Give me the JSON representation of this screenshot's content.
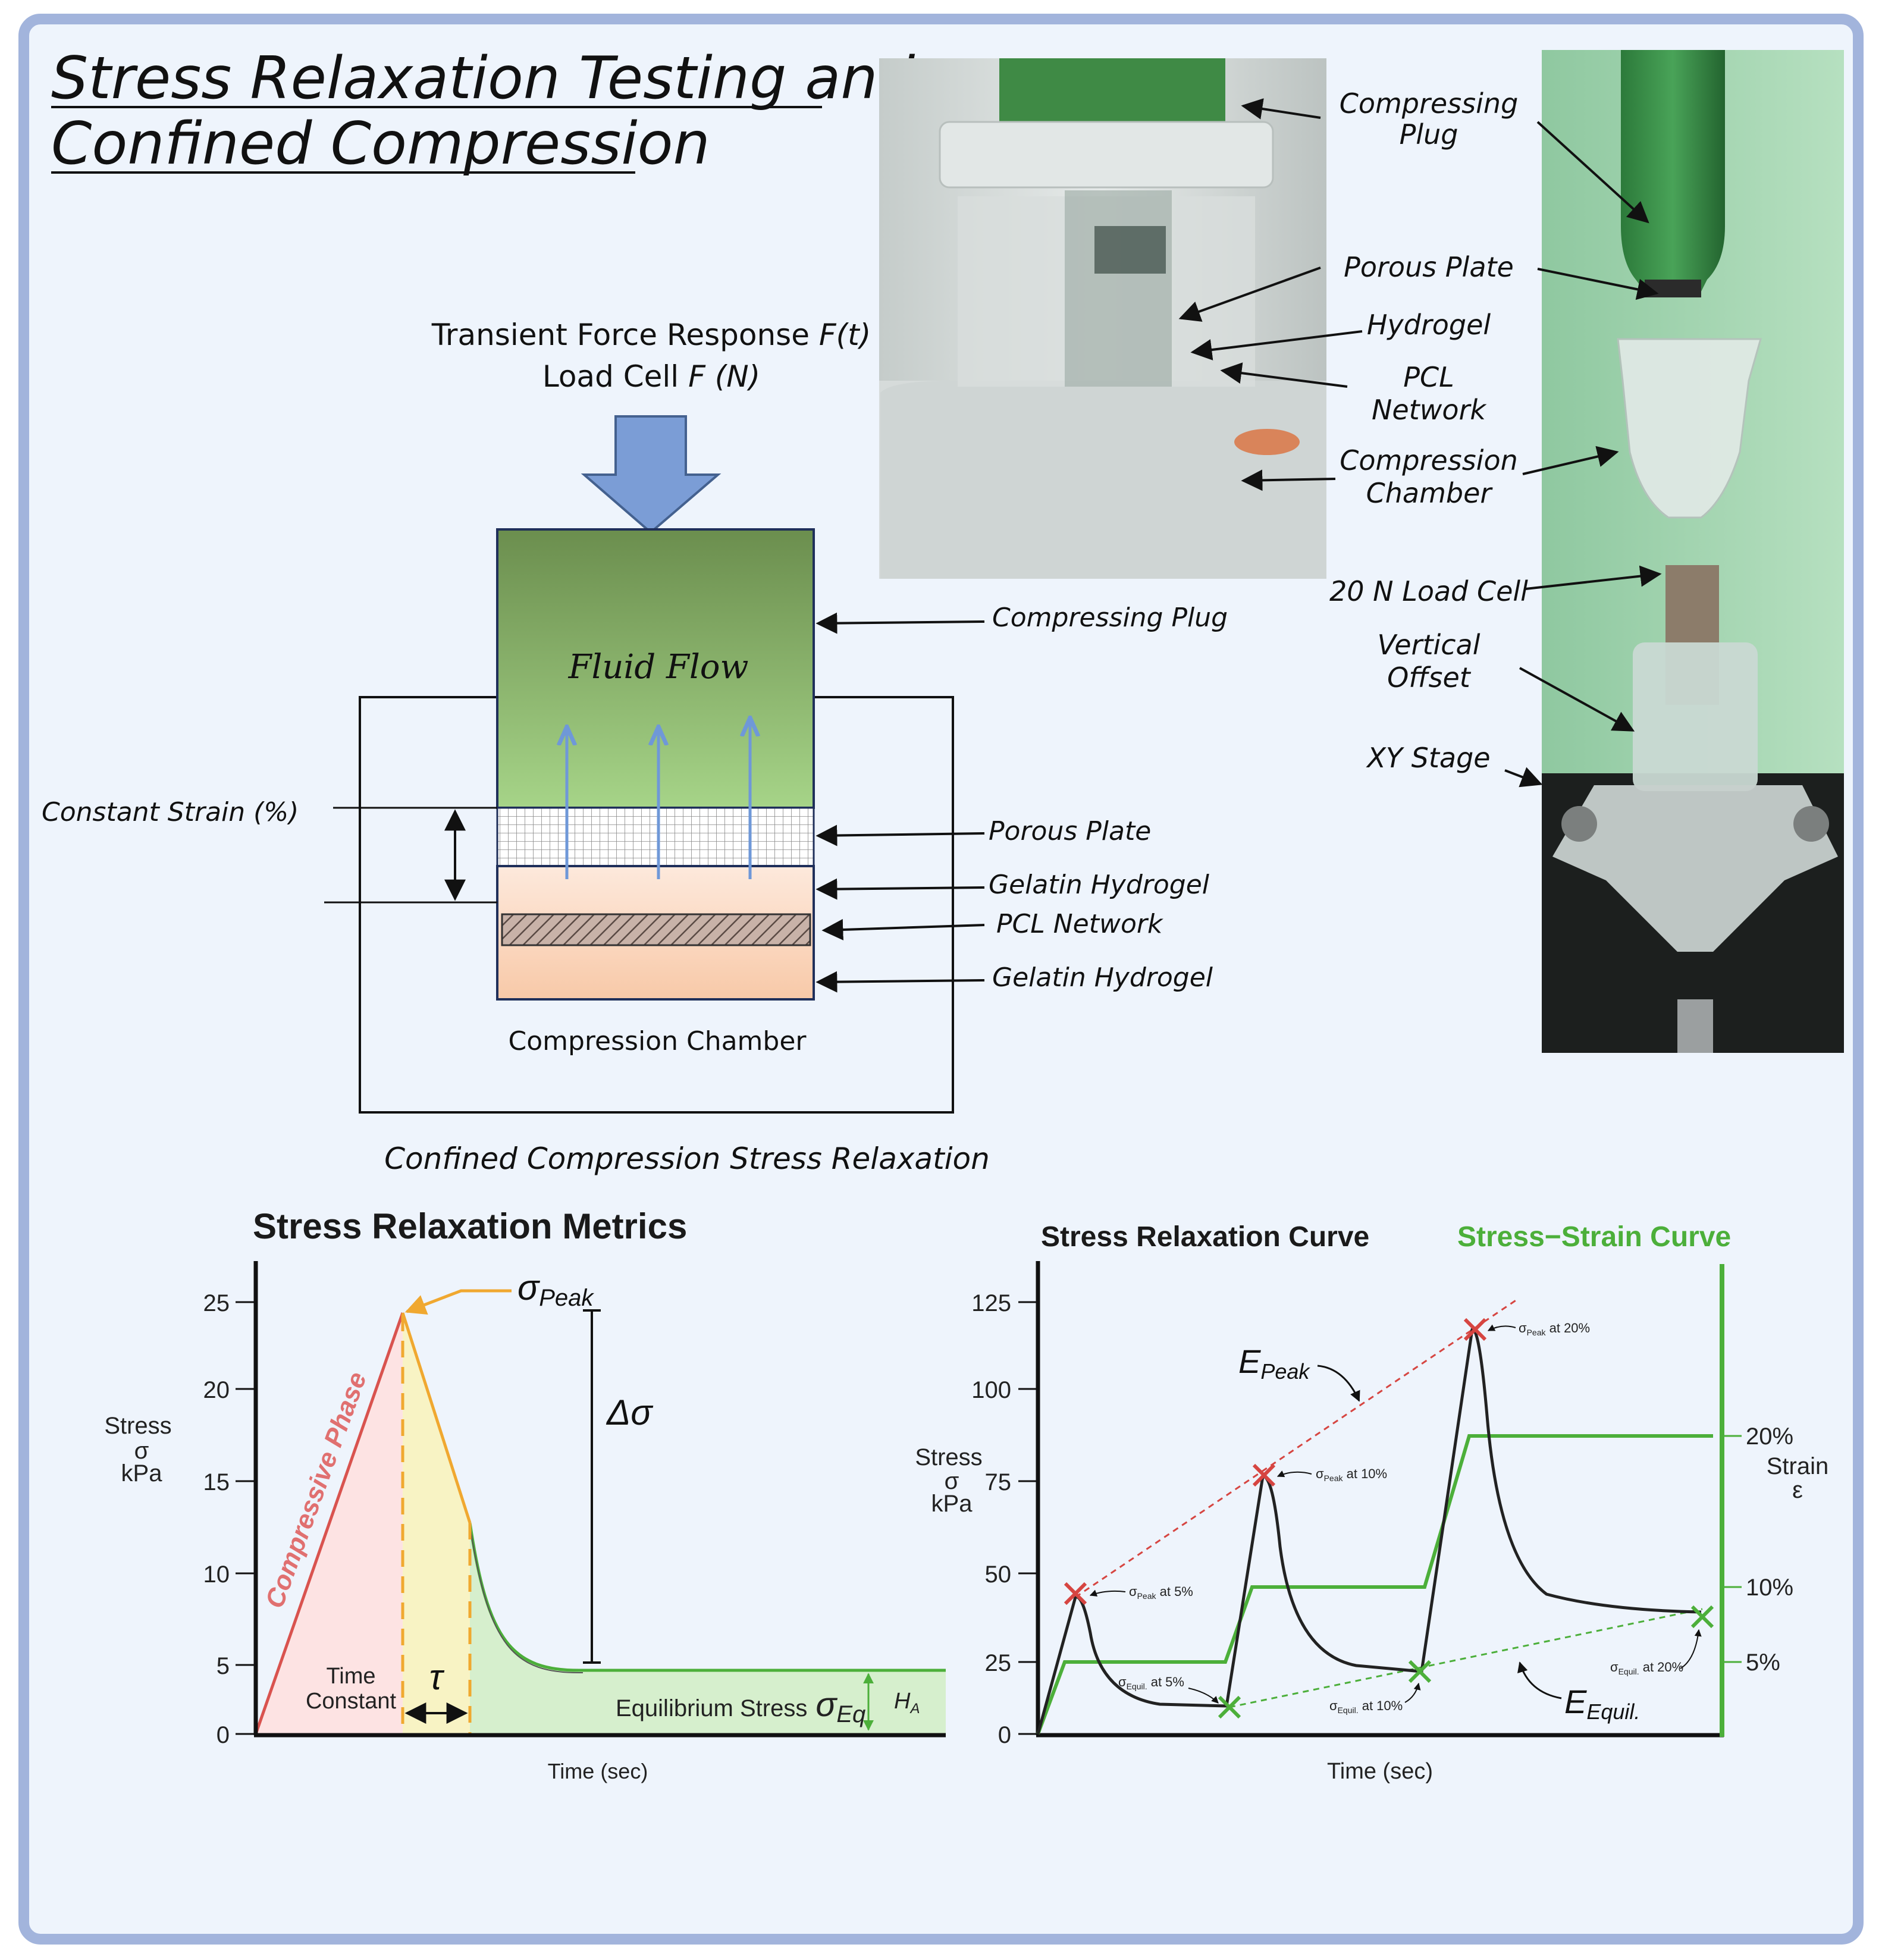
{
  "title": {
    "line1": "Stress Relaxation Testing and",
    "line2": "Confined Compression"
  },
  "schematic": {
    "force_line1_prefix": "Transient Force Response ",
    "force_line1_italic": "F(t)",
    "force_line2_prefix": "Load Cell ",
    "force_line2_italic": "F (N)",
    "fluid_flow": "Fluid Flow",
    "constant_strain": "Constant Strain (%)",
    "compression_chamber": "Compression Chamber",
    "caption": "Confined Compression Stress Relaxation",
    "labels": {
      "compressing_plug": "Compressing Plug",
      "porous_plate": "Porous Plate",
      "gelatin_hydrogel_top": "Gelatin Hydrogel",
      "pcl_network": "PCL Network",
      "gelatin_hydrogel_bottom": "Gelatin Hydrogel"
    },
    "colors": {
      "plug_top": "#6a8f4e",
      "plug_bottom": "#a3d085",
      "gel": "#f9d6c0",
      "arrow": "#7b9dd6"
    }
  },
  "photo_labels": {
    "compressing_plug_1": "Compressing",
    "compressing_plug_2": "Plug",
    "porous_plate": "Porous Plate",
    "hydrogel": "Hydrogel",
    "pcl_network_1": "PCL",
    "pcl_network_2": "Network",
    "compression_chamber_1": "Compression",
    "compression_chamber_2": "Chamber",
    "load_cell": "20 N Load Cell",
    "vertical_offset_1": "Vertical",
    "vertical_offset_2": "Offset",
    "xy_stage": "XY Stage"
  },
  "metrics_chart": {
    "title": "Stress Relaxation Metrics",
    "ylabel_1": "Stress",
    "ylabel_2": "σ",
    "ylabel_3": "kPa",
    "xlabel": "Time (sec)",
    "yticks": [
      0,
      5,
      10,
      15,
      20,
      25
    ],
    "sigma_peak": "σ",
    "sigma_peak_sub": "Peak",
    "delta_sigma": "Δσ",
    "compressive_phase": "Compressive Phase",
    "time_constant_1": "Time",
    "time_constant_2": "Constant",
    "tau": "τ",
    "equilibrium_stress": "Equilibrium Stress",
    "sigma_eq": "σ",
    "sigma_eq_sub": "Eq",
    "ha": "H",
    "ha_sub": "A",
    "colors": {
      "compress": "#d9534f",
      "relax": "#f0a830",
      "equil": "#4caf3a"
    }
  },
  "relax_chart": {
    "title": "Stress Relaxation Curve",
    "title_right": "Stress−Strain Curve",
    "ylabel_1": "Stress",
    "ylabel_2": "σ",
    "ylabel_3": "kPa",
    "xlabel": "Time (sec)",
    "y2label_1": "Strain",
    "y2label_2": "ε",
    "yticks": [
      0,
      25,
      50,
      75,
      100,
      125
    ],
    "y2ticks": [
      "5%",
      "10%",
      "20%"
    ],
    "e_peak": "E",
    "e_peak_sub": "Peak",
    "e_equil": "E",
    "e_equil_sub": "Equil.",
    "markers": {
      "peak5": "σ",
      "peak5_sub": "Peak",
      "peak5_tail": " at 5%",
      "peak10": "σ",
      "peak10_sub": "Peak",
      "peak10_tail": " at 10%",
      "peak20": "σ",
      "peak20_sub": "Peak",
      "peak20_tail": " at 20%",
      "eq5": "σ",
      "eq5_sub": "Equil.",
      "eq5_tail": " at 5%",
      "eq10": "σ",
      "eq10_sub": "Equil.",
      "eq10_tail": " at 10%",
      "eq20": "σ",
      "eq20_sub": "Equil.",
      "eq20_tail": " at 20%"
    },
    "colors": {
      "peak": "#d64541",
      "equil": "#4caf3a",
      "curve": "#222222",
      "strain": "#4caf3a"
    }
  },
  "chart_data": [
    {
      "type": "area",
      "title": "Stress Relaxation Metrics",
      "xlabel": "Time (sec)",
      "ylabel": "Stress σ kPa",
      "ylim": [
        0,
        27
      ],
      "yticks": [
        0,
        5,
        10,
        15,
        20,
        25
      ],
      "series": [
        {
          "name": "Compressive Phase",
          "points": [
            [
              0,
              0
            ],
            [
              2.3,
              24.5
            ]
          ]
        },
        {
          "points": [
            [
              2.3,
              24.5
            ],
            [
              3.4,
              12.5
            ]
          ]
        },
        {
          "points": [
            [
              3.4,
              12.5
            ],
            [
              4.0,
              7.5
            ],
            [
              5.0,
              5.0
            ],
            [
              6.5,
              4.8
            ],
            [
              11,
              4.8
            ]
          ]
        }
      ],
      "sigma_peak": 24.5,
      "sigma_eq": 4.8
    },
    {
      "type": "line",
      "title": "Stress Relaxation Curve",
      "xlabel": "Time (sec)",
      "ylabel": "Stress σ kPa",
      "ylim": [
        0,
        135
      ],
      "yticks": [
        0,
        25,
        50,
        75,
        100,
        125
      ],
      "y2label": "Strain ε",
      "y2ticks": [
        "5%",
        "10%",
        "20%"
      ],
      "peaks": [
        {
          "label": "σPeak at 5%",
          "x": 0.6,
          "y": 43
        },
        {
          "label": "σPeak at 10%",
          "x": 3.6,
          "y": 76
        },
        {
          "label": "σPeak at 20%",
          "x": 6.9,
          "y": 116
        }
      ],
      "equilibria": [
        {
          "label": "σEquil. at 5%",
          "x": 3.1,
          "y": 8
        },
        {
          "label": "σEquil. at 10%",
          "x": 6.1,
          "y": 18
        },
        {
          "label": "σEquil. at 20%",
          "x": 10.6,
          "y": 34
        }
      ]
    }
  ]
}
